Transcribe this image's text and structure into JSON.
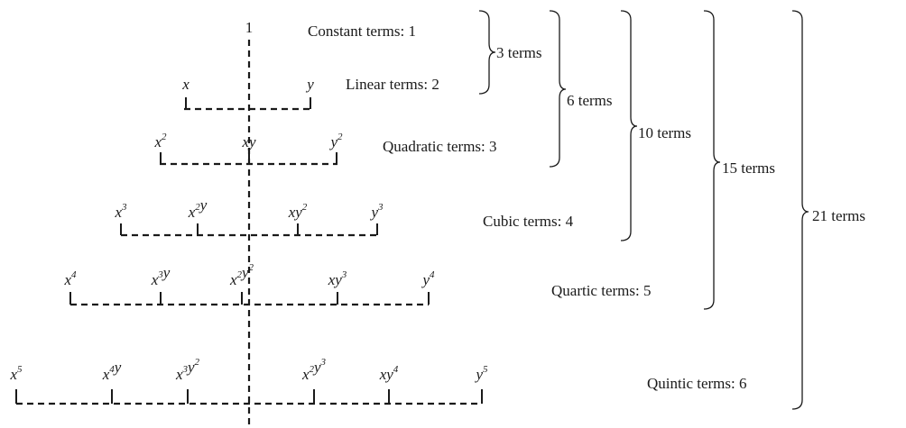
{
  "tree": {
    "root": "1",
    "levels": [
      {
        "degree": 1,
        "terms": [
          {
            "parts": [
              [
                "x",
                ""
              ]
            ]
          },
          {
            "parts": [
              [
                "y",
                ""
              ]
            ]
          }
        ]
      },
      {
        "degree": 2,
        "terms": [
          {
            "parts": [
              [
                "x",
                "2"
              ]
            ]
          },
          {
            "parts": [
              [
                "x",
                ""
              ],
              [
                "y",
                ""
              ]
            ]
          },
          {
            "parts": [
              [
                "y",
                "2"
              ]
            ]
          }
        ]
      },
      {
        "degree": 3,
        "terms": [
          {
            "parts": [
              [
                "x",
                "3"
              ]
            ]
          },
          {
            "parts": [
              [
                "x",
                "2"
              ],
              [
                "y",
                ""
              ]
            ]
          },
          {
            "parts": [
              [
                "x",
                ""
              ],
              [
                "y",
                "2"
              ]
            ]
          },
          {
            "parts": [
              [
                "y",
                "3"
              ]
            ]
          }
        ]
      },
      {
        "degree": 4,
        "terms": [
          {
            "parts": [
              [
                "x",
                "4"
              ]
            ]
          },
          {
            "parts": [
              [
                "x",
                "3"
              ],
              [
                "y",
                ""
              ]
            ]
          },
          {
            "parts": [
              [
                "x",
                "2"
              ],
              [
                "y",
                "2"
              ]
            ]
          },
          {
            "parts": [
              [
                "x",
                ""
              ],
              [
                "y",
                "3"
              ]
            ]
          },
          {
            "parts": [
              [
                "y",
                "4"
              ]
            ]
          }
        ]
      },
      {
        "degree": 5,
        "terms": [
          {
            "parts": [
              [
                "x",
                "5"
              ]
            ]
          },
          {
            "parts": [
              [
                "x",
                "4"
              ],
              [
                "y",
                ""
              ]
            ]
          },
          {
            "parts": [
              [
                "x",
                "3"
              ],
              [
                "y",
                "2"
              ]
            ]
          },
          {
            "parts": [
              [
                "x",
                "2"
              ],
              [
                "y",
                "3"
              ]
            ]
          },
          {
            "parts": [
              [
                "x",
                ""
              ],
              [
                "y",
                "4"
              ]
            ]
          },
          {
            "parts": [
              [
                "y",
                "5"
              ]
            ]
          }
        ]
      }
    ]
  },
  "counts": [
    "Constant terms: 1",
    "Linear terms: 2",
    "Quadratic terms: 3",
    "Cubic terms: 4",
    "Quartic terms: 5",
    "Quintic terms: 6"
  ],
  "totals": [
    "3 terms",
    "6 terms",
    "10 terms",
    "15 terms",
    "21 terms"
  ]
}
